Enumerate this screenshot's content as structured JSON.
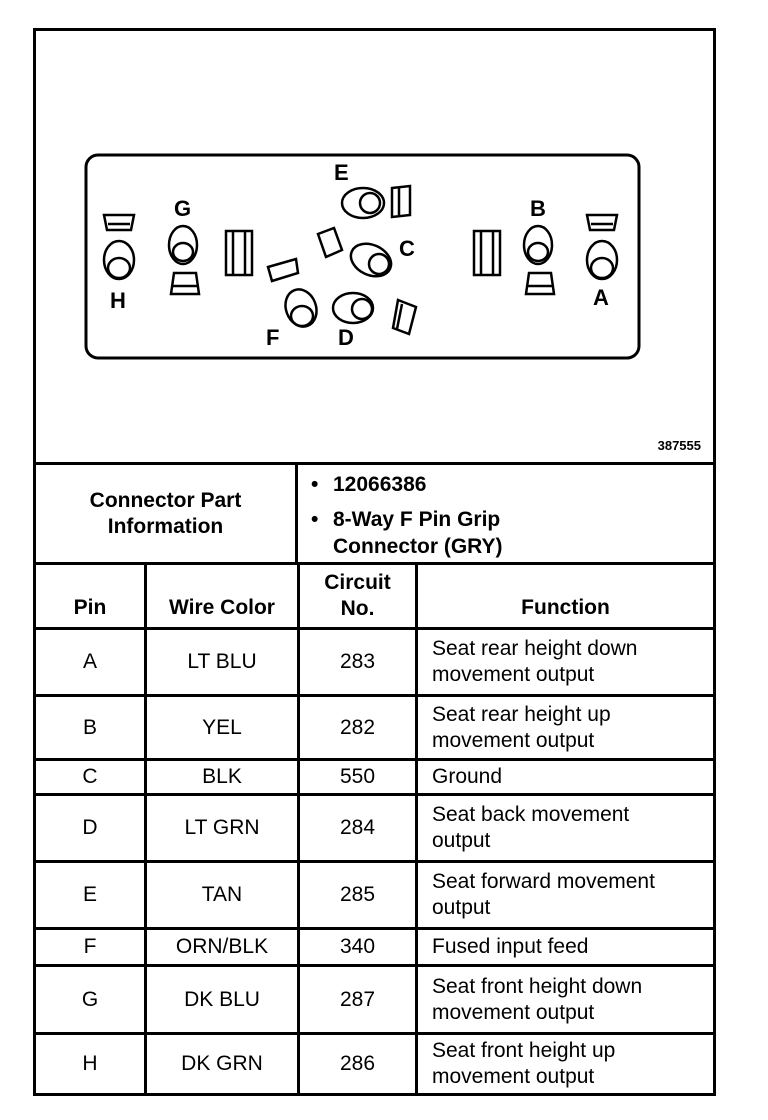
{
  "figure_id": "387555",
  "connector_info": {
    "label_line1": "Connector Part",
    "label_line2": "Information",
    "part_number": "12066386",
    "description_line1": "8-Way F Pin Grip",
    "description_line2": "Connector (GRY)"
  },
  "table": {
    "headers": {
      "pin": "Pin",
      "wire_color": "Wire Color",
      "circuit_line1": "Circuit",
      "circuit_line2": "No.",
      "function": "Function"
    },
    "rows": [
      {
        "pin": "A",
        "wire": "LT BLU",
        "circuit": "283",
        "f1": "Seat rear height down",
        "f2": "movement output"
      },
      {
        "pin": "B",
        "wire": "YEL",
        "circuit": "282",
        "f1": "Seat rear height up",
        "f2": "movement output"
      },
      {
        "pin": "C",
        "wire": "BLK",
        "circuit": "550",
        "f1": "Ground",
        "f2": ""
      },
      {
        "pin": "D",
        "wire": "LT GRN",
        "circuit": "284",
        "f1": "Seat back movement",
        "f2": "output"
      },
      {
        "pin": "E",
        "wire": "TAN",
        "circuit": "285",
        "f1": "Seat forward movement",
        "f2": "output"
      },
      {
        "pin": "F",
        "wire": "ORN/BLK",
        "circuit": "340",
        "f1": "Fused input feed",
        "f2": ""
      },
      {
        "pin": "G",
        "wire": "DK BLU",
        "circuit": "287",
        "f1": "Seat front height down",
        "f2": "movement output"
      },
      {
        "pin": "H",
        "wire": "DK GRN",
        "circuit": "286",
        "f1": "Seat front height up",
        "f2": "movement output"
      }
    ]
  },
  "pin_labels": {
    "a": "A",
    "b": "B",
    "c": "C",
    "d": "D",
    "e": "E",
    "f": "F",
    "g": "G",
    "h": "H"
  }
}
